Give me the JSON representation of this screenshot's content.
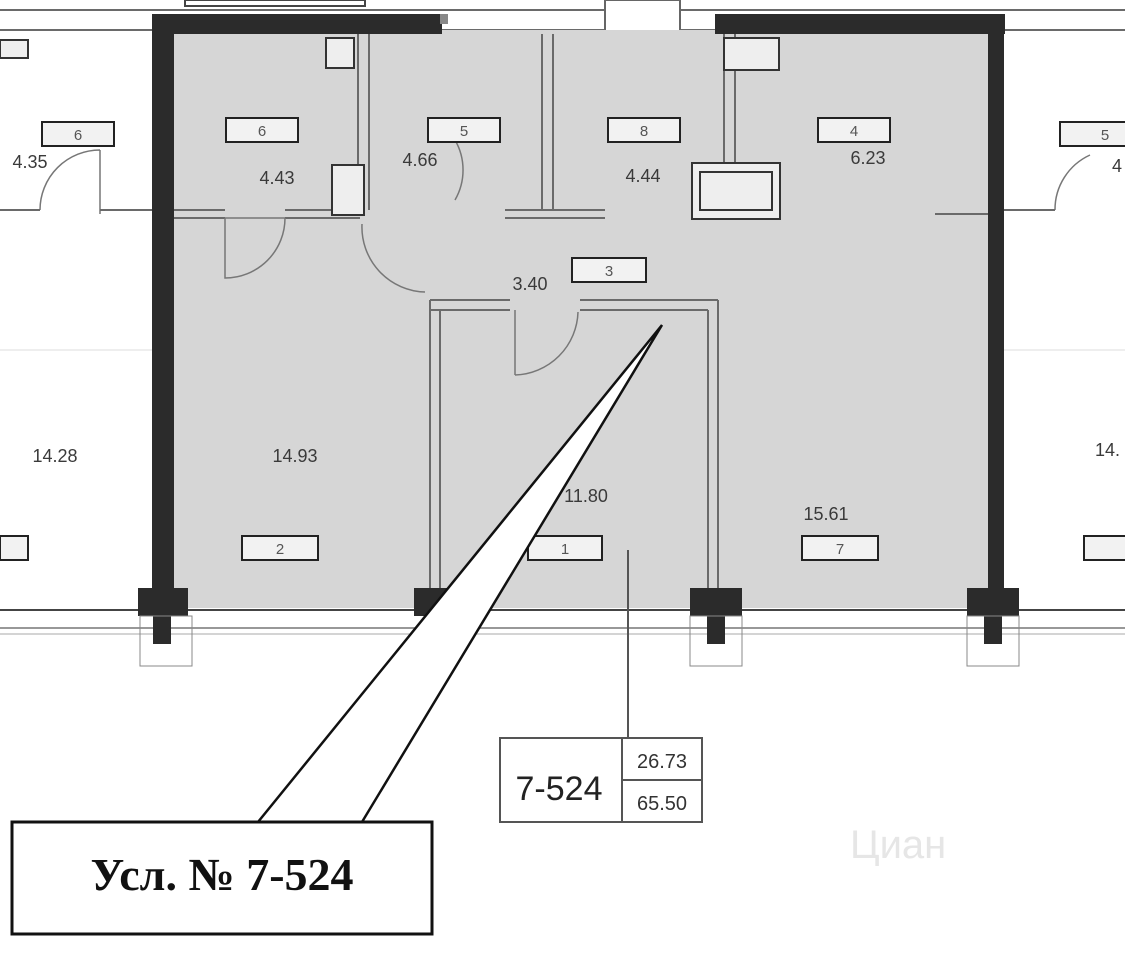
{
  "rooms": [
    {
      "id": "left-room",
      "area": "4.35",
      "tag": "6"
    },
    {
      "id": "left-main",
      "area": "14.28"
    },
    {
      "id": "room-6",
      "area": "4.43",
      "tag": "6"
    },
    {
      "id": "room-5",
      "area": "4.66",
      "tag": "5"
    },
    {
      "id": "room-8",
      "area": "4.44",
      "tag": "8"
    },
    {
      "id": "room-4",
      "area": "6.23",
      "tag": "4"
    },
    {
      "id": "room-3",
      "area": "3.40",
      "tag": "3"
    },
    {
      "id": "room-2",
      "area": "14.93",
      "tag": "2"
    },
    {
      "id": "room-1",
      "area": "11.80",
      "tag": "1"
    },
    {
      "id": "room-7",
      "area": "15.61",
      "tag": "7"
    },
    {
      "id": "right-room",
      "tag": "5",
      "area": "4"
    },
    {
      "id": "right-main",
      "area": "14."
    }
  ],
  "unit_box": {
    "number": "7-524",
    "living_area": "26.73",
    "total_area": "65.50"
  },
  "callout": {
    "text": "Усл. № 7-524"
  },
  "watermark": {
    "text": "Циан"
  },
  "colors": {
    "highlight": "#d6d6d6",
    "wall": "#2b2b2b",
    "line": "#555555"
  }
}
